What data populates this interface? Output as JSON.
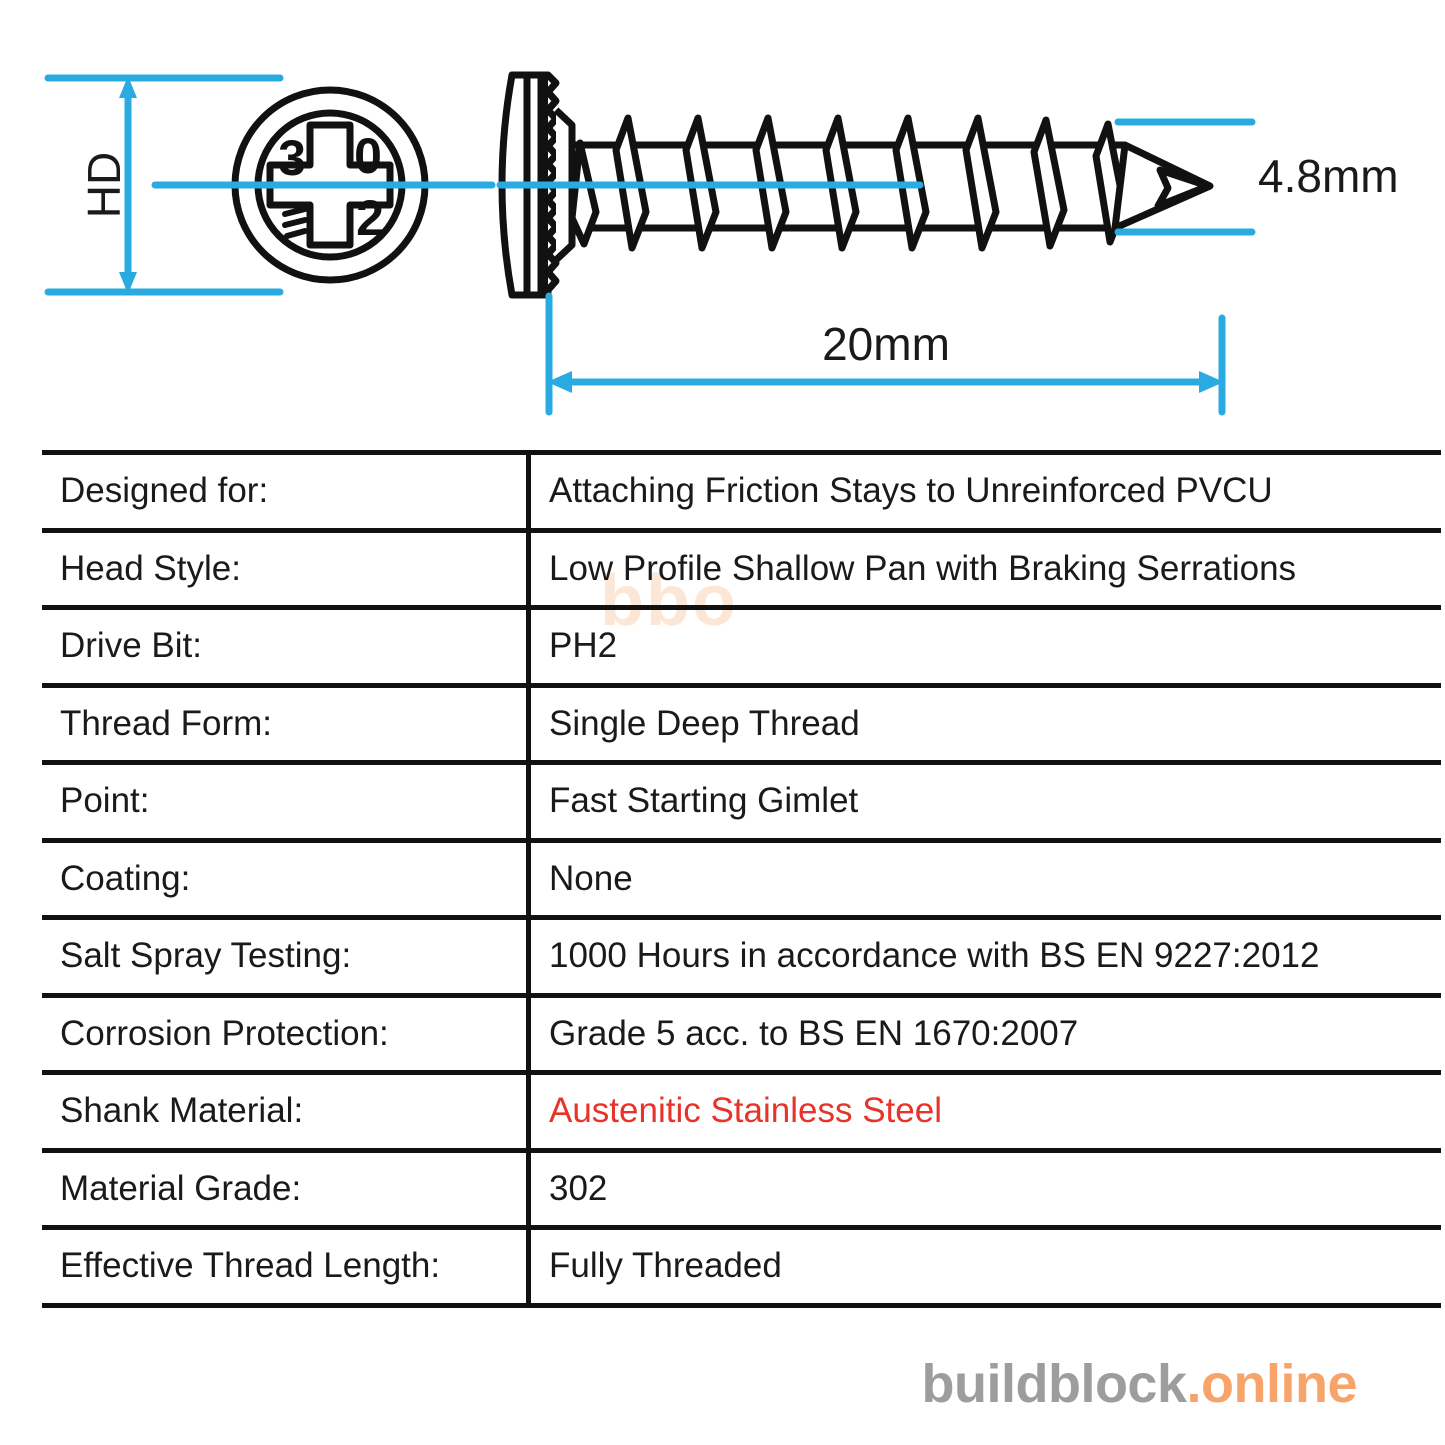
{
  "drawing": {
    "head_diameter_label": "HD",
    "thread_diameter_label": "4.8mm",
    "length_label": "20mm",
    "head_stamp": {
      "top_left": "3",
      "top_right": "0",
      "bottom_right": "2",
      "bottom_left_mark": "brand-stripes-mark"
    },
    "accent_color": "#29abe2",
    "line_color": "#111111"
  },
  "spec_table": {
    "rows": [
      {
        "label": "Designed for:",
        "value": "Attaching Friction Stays to Unreinforced PVCU",
        "highlight": false
      },
      {
        "label": "Head Style:",
        "value": "Low Profile Shallow Pan with Braking Serrations",
        "highlight": false
      },
      {
        "label": "Drive Bit:",
        "value": "PH2",
        "highlight": false
      },
      {
        "label": "Thread Form:",
        "value": "Single Deep Thread",
        "highlight": false
      },
      {
        "label": "Point:",
        "value": "Fast Starting Gimlet",
        "highlight": false
      },
      {
        "label": "Coating:",
        "value": "None",
        "highlight": false
      },
      {
        "label": "Salt Spray Testing:",
        "value": "1000 Hours in accordance with BS EN 9227:2012",
        "highlight": false
      },
      {
        "label": "Corrosion Protection:",
        "value": "Grade 5 acc. to BS EN 1670:2007",
        "highlight": false
      },
      {
        "label": "Shank Material:",
        "value": "Austenitic Stainless Steel",
        "highlight": true
      },
      {
        "label": "Material Grade:",
        "value": "302",
        "highlight": false
      },
      {
        "label": "Effective Thread Length:",
        "value": "Fully Threaded",
        "highlight": false
      }
    ],
    "highlight_color": "#e8332a"
  },
  "logo": {
    "brand": "buildblock",
    "tld": ".online",
    "brand_color": "#9d9d9d",
    "tld_color": "#f7a46a"
  },
  "watermark": {
    "text": "bbo"
  }
}
